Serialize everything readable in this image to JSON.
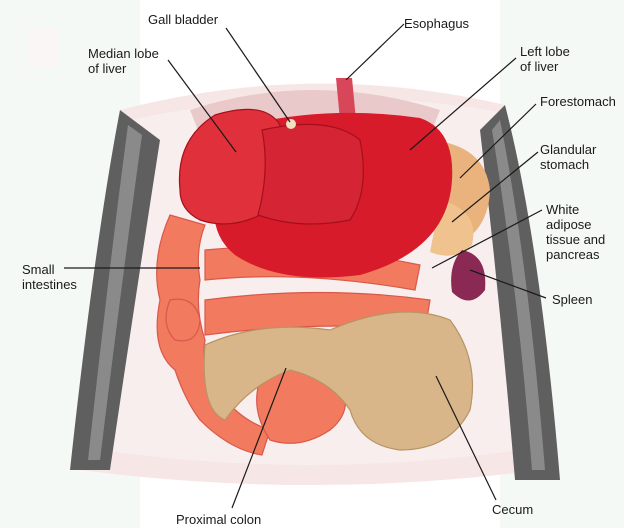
{
  "labels": {
    "gall_bladder": "Gall bladder",
    "esophagus": "Esophagus",
    "median_lobe_of_liver": "Median lobe\nof liver",
    "left_lobe_of_liver": "Left lobe\nof liver",
    "forestomach": "Forestomach",
    "glandular_stomach": "Glandular\nstomach",
    "white_adipose_tissue_and_pancreas": "White\nadipose\ntissue and\npancreas",
    "small_intestines": "Small\nintestines",
    "spleen": "Spleen",
    "proximal_colon": "Proximal colon",
    "cecum": "Cecum"
  },
  "colors": {
    "liver": "#d81b2a",
    "liver_dark": "#b5101c",
    "intestine": "#f27a5e",
    "cecum": "#d9b78c",
    "forestomach": "#e9b27a",
    "spleen": "#8a2a54",
    "fur": "#5b5b5b",
    "body_cavity": "#f3dede",
    "background_accent": "#e8f3ea"
  }
}
